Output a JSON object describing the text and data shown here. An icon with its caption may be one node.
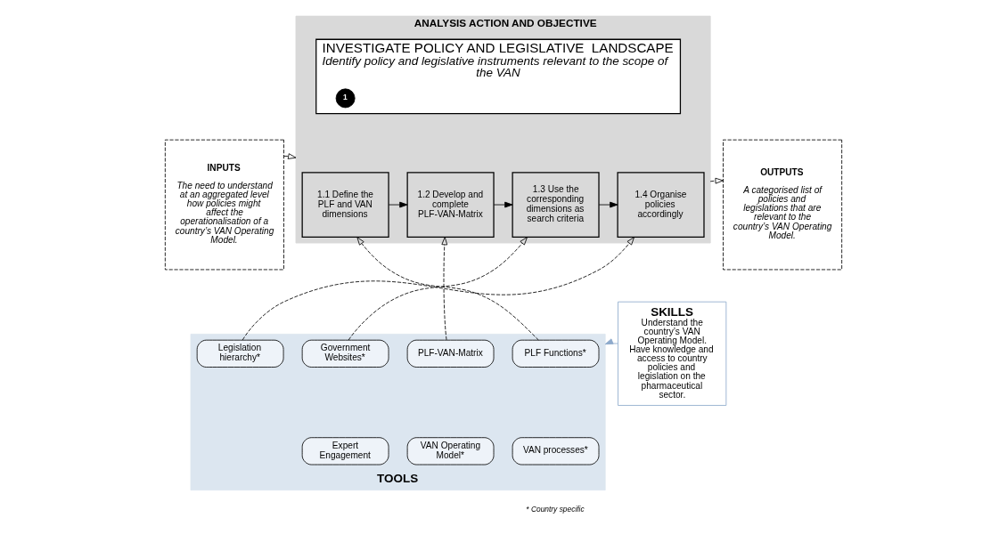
{
  "diagram": {
    "nodes": [
      {
        "text": [
          "INPUTS",
          "The need to understand at an aggregated level how policies might affect the operationalisation of a country’s VAN Operating Model."
        ]
      },
      {
        "text": [
          "ANALYSIS ACTION AND OBJECTIVE"
        ]
      },
      {
        "text": [
          "INVESTIGATE POLICY AND LEGISLATIVE  LANDSCAPE",
          "Identify policy and legislative instruments relevant to the scope of the VAN"
        ],
        "in": 1
      },
      {
        "text": [
          "1"
        ],
        "in": 2
      },
      {
        "text": [
          "1.1 Define the PLF and VAN dimensions"
        ],
        "in": 1
      },
      {
        "text": [
          "1.2 Develop and complete PLF-VAN-Matrix"
        ],
        "in": 1
      },
      {
        "text": [
          "1.3 Use the corresponding dimensions as search criteria"
        ],
        "in": 1
      },
      {
        "text": [
          "1.4 Organise policies accordingly"
        ],
        "in": 1
      },
      {
        "text": [
          "OUTPUTS",
          "A categorised list of policies and legislations that are relevant to the country’s VAN Operating Model."
        ]
      },
      {
        "text": [
          "SKILLS",
          "Understand the country’s VAN Operating Model. Have knowledge and access to country policies and legislation on the pharmaceutical sector."
        ]
      },
      {
        "text": [
          "TOOLS"
        ]
      },
      {
        "text": [
          "PLF Functions*"
        ],
        "in": 10
      },
      {
        "text": [
          "PLF-VAN-Matrix"
        ],
        "in": 10
      },
      {
        "text": [
          "Government Websites*"
        ],
        "in": 10
      },
      {
        "text": [
          "Legislation hierarchy*"
        ],
        "in": 10
      },
      {
        "text": [
          "VAN processes*"
        ],
        "in": 10
      },
      {
        "text": [
          "VAN Operating Model*"
        ],
        "in": 10
      },
      {
        "text": [
          "Expert Engagement"
        ],
        "in": 10
      }
    ],
    "edges": [
      {
        "from": 0,
        "to": 1,
        "arrow": "to",
        "style": "dashed"
      },
      {
        "from": 1,
        "to": 8,
        "arrow": "to",
        "style": "dashed"
      },
      {
        "from": 4,
        "to": 5,
        "arrow": "to"
      },
      {
        "from": 5,
        "to": 6,
        "arrow": "to"
      },
      {
        "from": 6,
        "to": 7,
        "arrow": "to"
      },
      {
        "from": 11,
        "to": 4,
        "arrow": "to",
        "style": "dashed"
      },
      {
        "from": 12,
        "to": 5,
        "arrow": "to",
        "style": "dashed"
      },
      {
        "from": 13,
        "to": 6,
        "arrow": "to",
        "style": "dashed"
      },
      {
        "from": 14,
        "to": 7,
        "arrow": "to",
        "style": "dashed"
      },
      {
        "from": 9,
        "to": 10,
        "arrow": "to",
        "color": "#8eaacc"
      }
    ],
    "labels": [
      "* Country specific"
    ]
  }
}
